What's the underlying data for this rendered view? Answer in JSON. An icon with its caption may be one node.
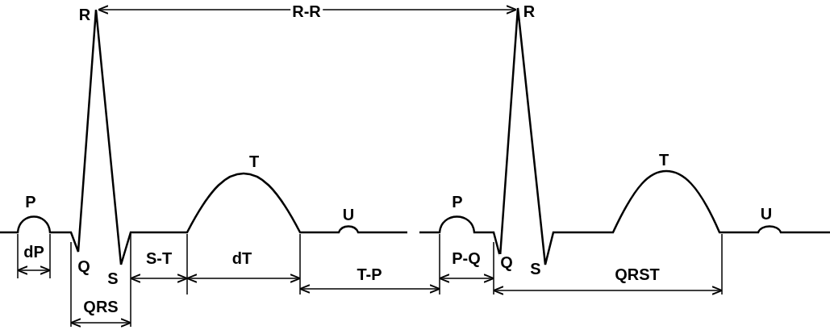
{
  "diagram": {
    "labels": [
      "R",
      "R-R",
      "R",
      "T",
      "T",
      "P",
      "U",
      "P",
      "U",
      "dP",
      "Q",
      "S",
      "S-T",
      "dT",
      "T-P",
      "P-Q",
      "Q",
      "S",
      "QRST",
      "QRS"
    ]
  }
}
